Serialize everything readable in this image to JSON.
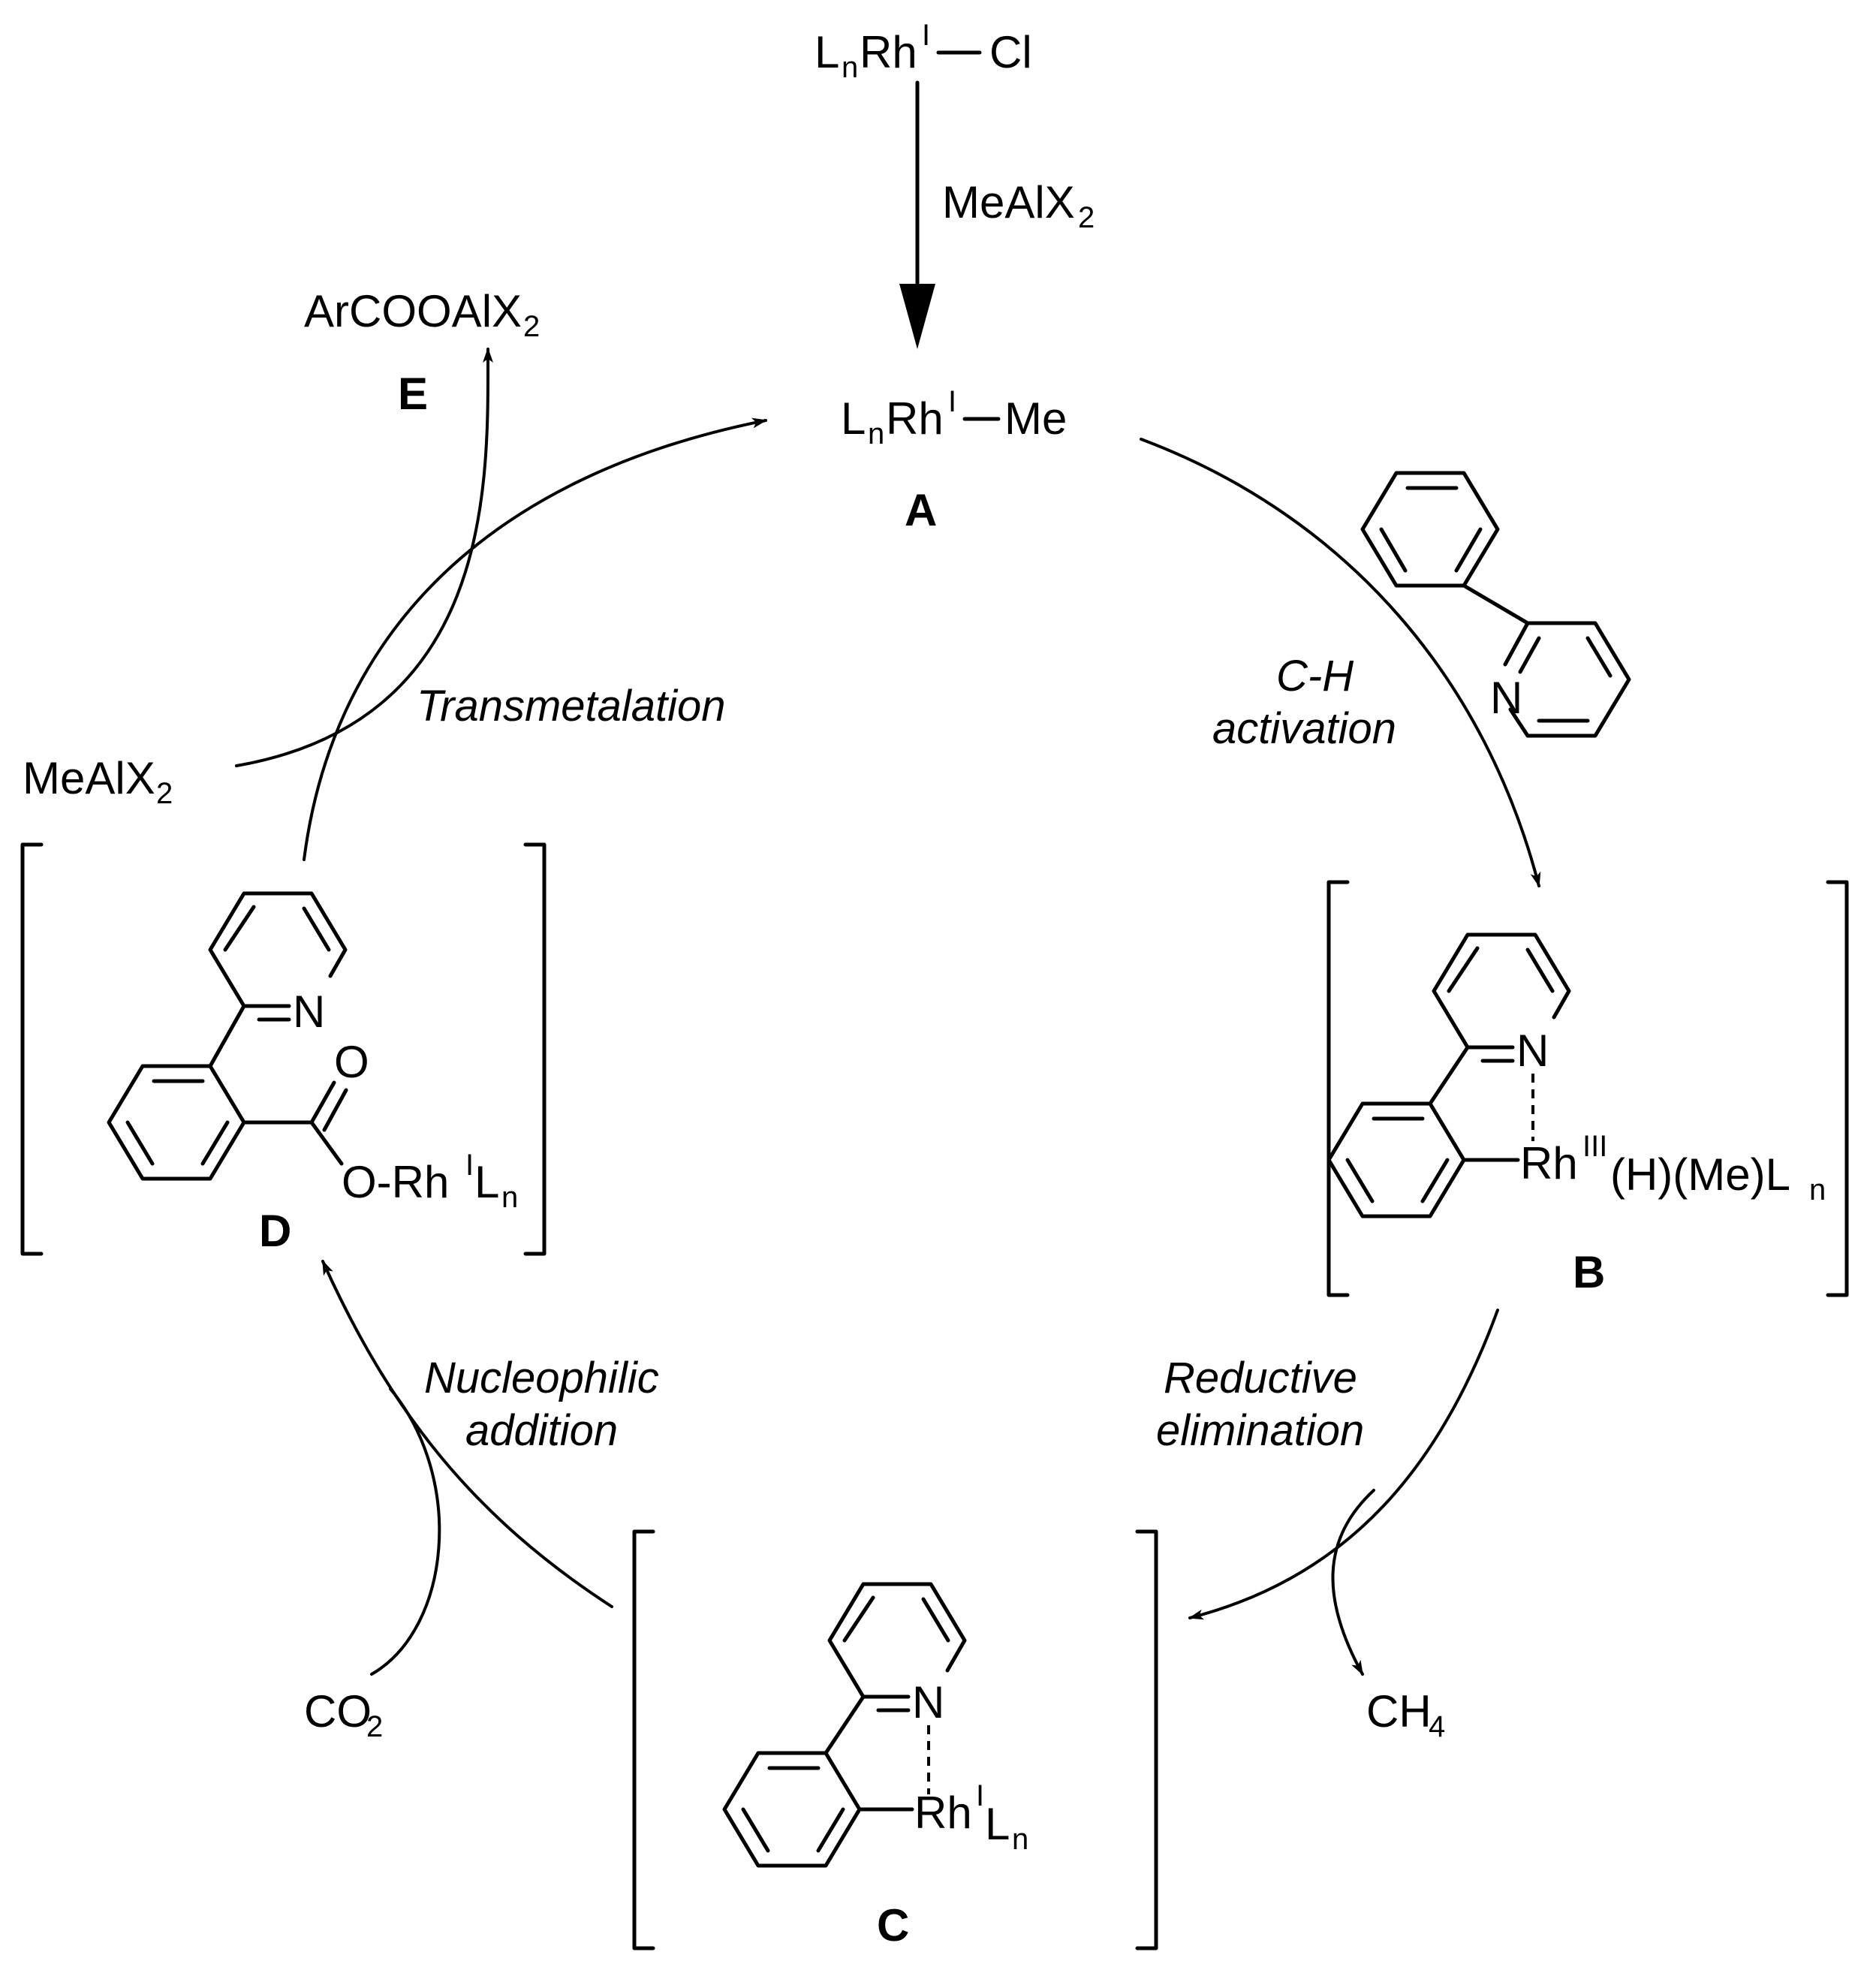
{
  "start": {
    "l": "L",
    "n": "n",
    "rh": "Rh",
    "ox": "I",
    "cl": "Cl"
  },
  "reagent_top": {
    "text": "MeAlX",
    "sub": "2"
  },
  "A": {
    "l": "L",
    "n": "n",
    "rh": "Rh",
    "ox": "I",
    "me": "Me",
    "label": "A"
  },
  "E": {
    "text": "ArCOOAlX",
    "sub": "2",
    "label": "E"
  },
  "meal_left": {
    "text": "MeAlX",
    "sub": "2"
  },
  "steps": {
    "transmetalation": "Transmetalation",
    "ch_1": "C-H",
    "ch_2": "activation",
    "reductive_1": "Reductive",
    "reductive_2": "elimination",
    "nucleophilic_1": "Nucleophilic",
    "nucleophilic_2": "addition"
  },
  "B": {
    "rh": "Rh",
    "ox": "III",
    "rest": "(H)(Me)L",
    "n": "n",
    "N": "N",
    "label": "B"
  },
  "C": {
    "rh": "Rh",
    "ox": "I",
    "l": "L",
    "n": "n",
    "N": "N",
    "label": "C"
  },
  "D": {
    "o_top": "O",
    "o_rh": "O-Rh",
    "ox": "I",
    "l": "L",
    "n": "n",
    "N": "N",
    "label": "D"
  },
  "phenylpyridine": {
    "N": "N"
  },
  "co2": {
    "text": "CO",
    "sub": "2"
  },
  "ch4": {
    "text": "CH",
    "sub": "4"
  }
}
